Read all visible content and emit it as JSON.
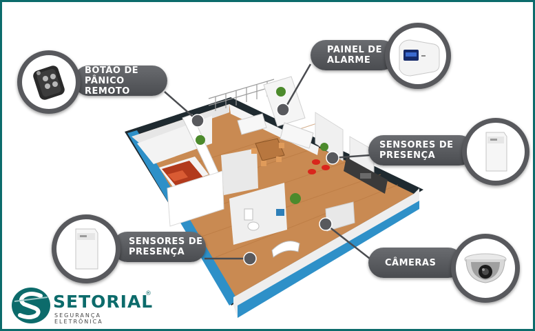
{
  "callouts": {
    "botao": {
      "line1": "BOTÃO DE",
      "line2": "PÂNICO REMOTO",
      "icon": "panic-remote-icon"
    },
    "painel": {
      "line1": "PAINEL DE",
      "line2": "ALARME",
      "icon": "alarm-panel-icon"
    },
    "sensores_direita": {
      "line1": "SENSORES DE",
      "line2": "PRESENÇA",
      "icon": "motion-sensor-icon"
    },
    "sensores_esquerda": {
      "line1": "SENSORES DE",
      "line2": "PRESENÇA",
      "icon": "motion-sensor-icon"
    },
    "cameras": {
      "line1": "CÂMERAS",
      "icon": "dome-camera-icon"
    }
  },
  "logo": {
    "name": "SETORIAL",
    "registered": "®",
    "tagline": "SEGURANÇA ELETRÔNICA"
  },
  "colors": {
    "frame": "#0c6b6b",
    "callout": "#58595d",
    "floor": "#c98a52",
    "wall": "#f2f2f2",
    "wall_side": "#2e90c8",
    "brand": "#0c6b6b"
  }
}
